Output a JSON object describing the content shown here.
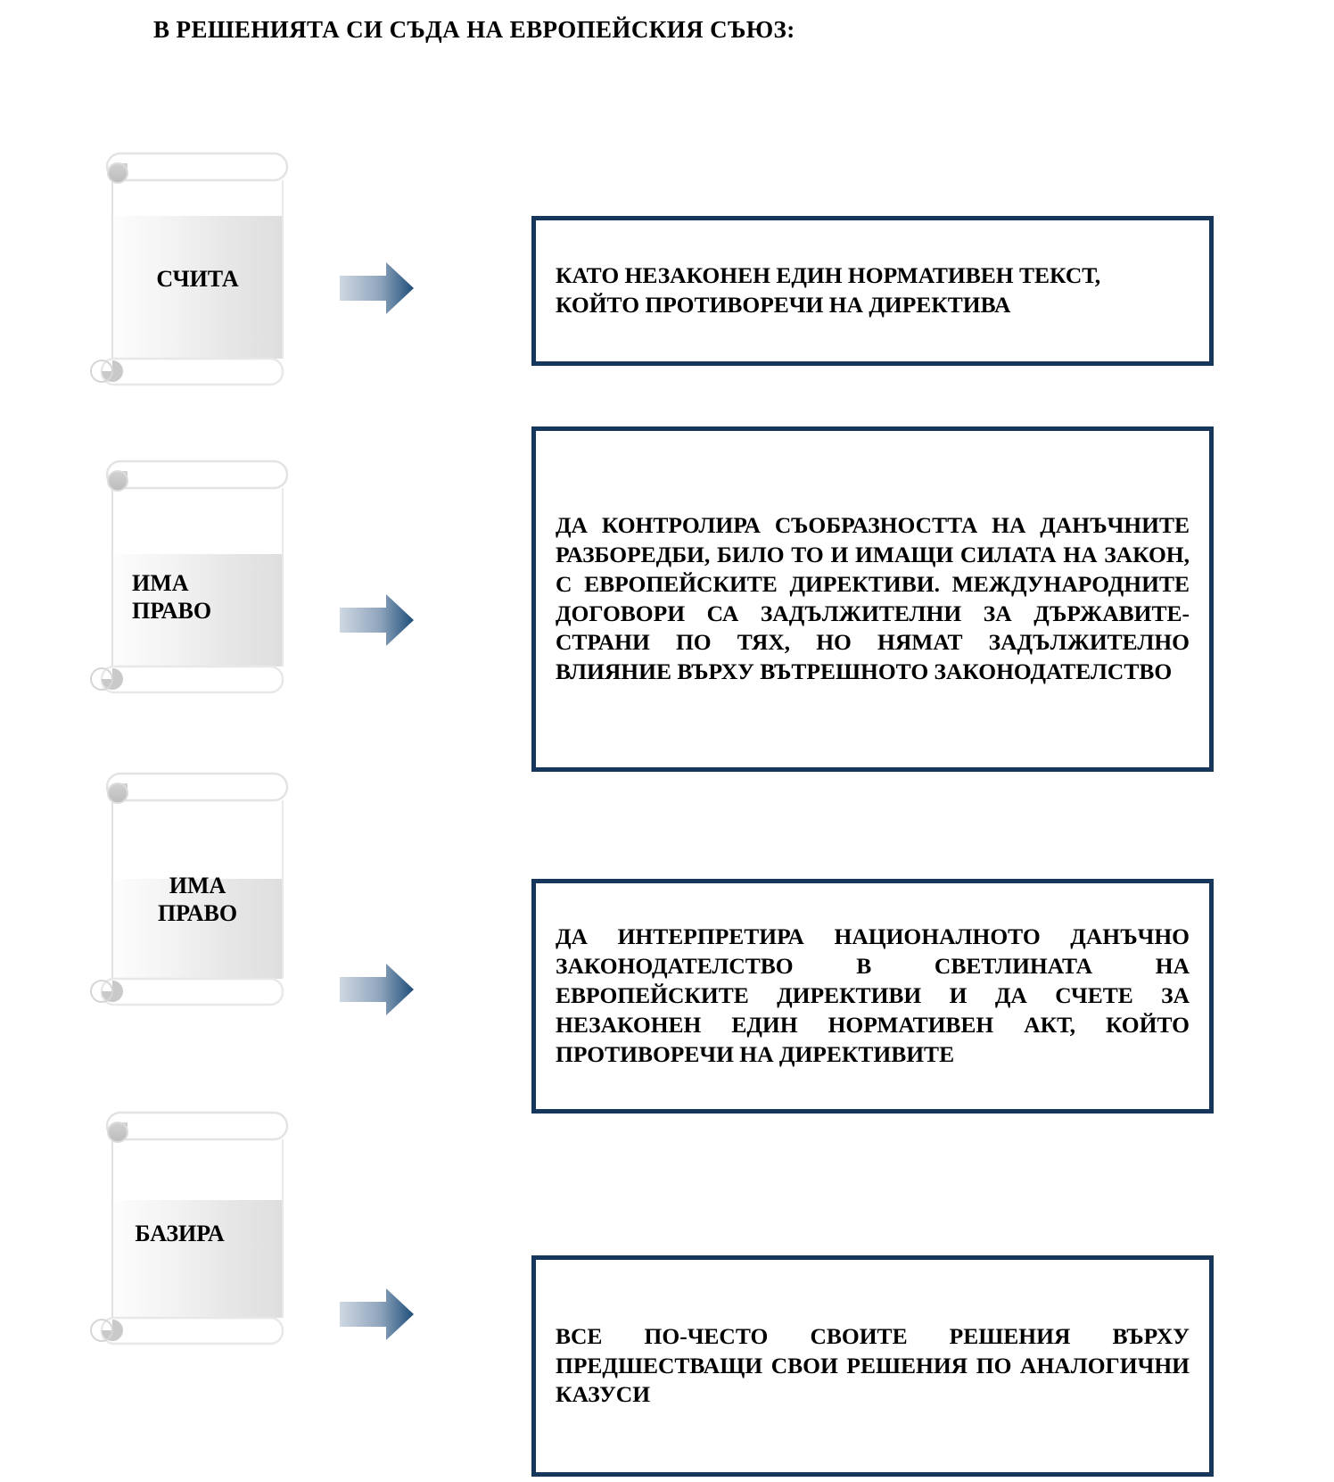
{
  "page": {
    "title": "В РЕШЕНИЯТА СИ СЪДА НА ЕВРОПЕЙСКИЯ СЪЮЗ:",
    "background_color": "#ffffff"
  },
  "colors": {
    "box_border": "#16365c",
    "arrow_dark": "#1f4e79",
    "arrow_light": "#c5cfda",
    "scroll_outline": "#e3e3e3",
    "scroll_shadow": "#d9d9d9",
    "text": "#000000"
  },
  "rows": [
    {
      "scroll_label": "СЧИТА",
      "scroll_label_align": "center",
      "arrow_icon": "right-arrow-icon",
      "box_text": "КАТО НЕЗАКОНЕН ЕДИН НОРМАТИВЕН ТЕКСТ, КОЙТО ПРОТИВОРЕЧИ НА ДИРЕКТИВА",
      "box_align": "left"
    },
    {
      "scroll_label": "ИМА\nПРАВО",
      "scroll_label_align": "left",
      "arrow_icon": "right-arrow-icon",
      "box_text": "ДА КОНТРОЛИРА СЪОБРАЗНОСТТА НА ДАНЪЧНИТЕ РАЗБОРЕДБИ, БИЛО ТО И ИМАЩИ СИЛАТА НА ЗАКОН, С ЕВРОПЕЙСКИТЕ ДИРЕКТИВИ. МЕЖДУНАРОДНИТЕ ДОГОВОРИ СА ЗАДЪЛЖИТЕЛНИ ЗА ДЪРЖАВИТЕ-СТРАНИ ПО ТЯХ, НО НЯМАТ ЗАДЪЛЖИТЕЛНО ВЛИЯНИЕ ВЪРХУ ВЪТРЕШНОТО ЗАКОНОДАТЕЛСТВО",
      "box_align": "justify"
    },
    {
      "scroll_label": "ИМА\nПРАВО",
      "scroll_label_align": "center",
      "arrow_icon": "right-arrow-icon",
      "box_text": "ДА ИНТЕРПРЕТИРА НАЦИОНАЛНОТО ДАНЪЧНО ЗАКОНОДАТЕЛСТВО В СВЕТЛИНАТА НА ЕВРОПЕЙСКИТЕ ДИРЕКТИВИ И ДА СЧЕТЕ ЗА НЕЗАКОНЕН ЕДИН НОРМАТИВЕН АКТ, КОЙТО ПРОТИВОРЕЧИ НА ДИРЕКТИВИТЕ",
      "box_align": "justify"
    },
    {
      "scroll_label": "БАЗИРА",
      "scroll_label_align": "center",
      "arrow_icon": "right-arrow-icon",
      "box_text": "ВСЕ ПО-ЧЕСТО СВОИТЕ РЕШЕНИЯ ВЪРХУ ПРЕДШЕСТВАЩИ СВОИ РЕШЕНИЯ ПО АНАЛОГИЧНИ КАЗУСИ",
      "box_align": "justify"
    }
  ]
}
